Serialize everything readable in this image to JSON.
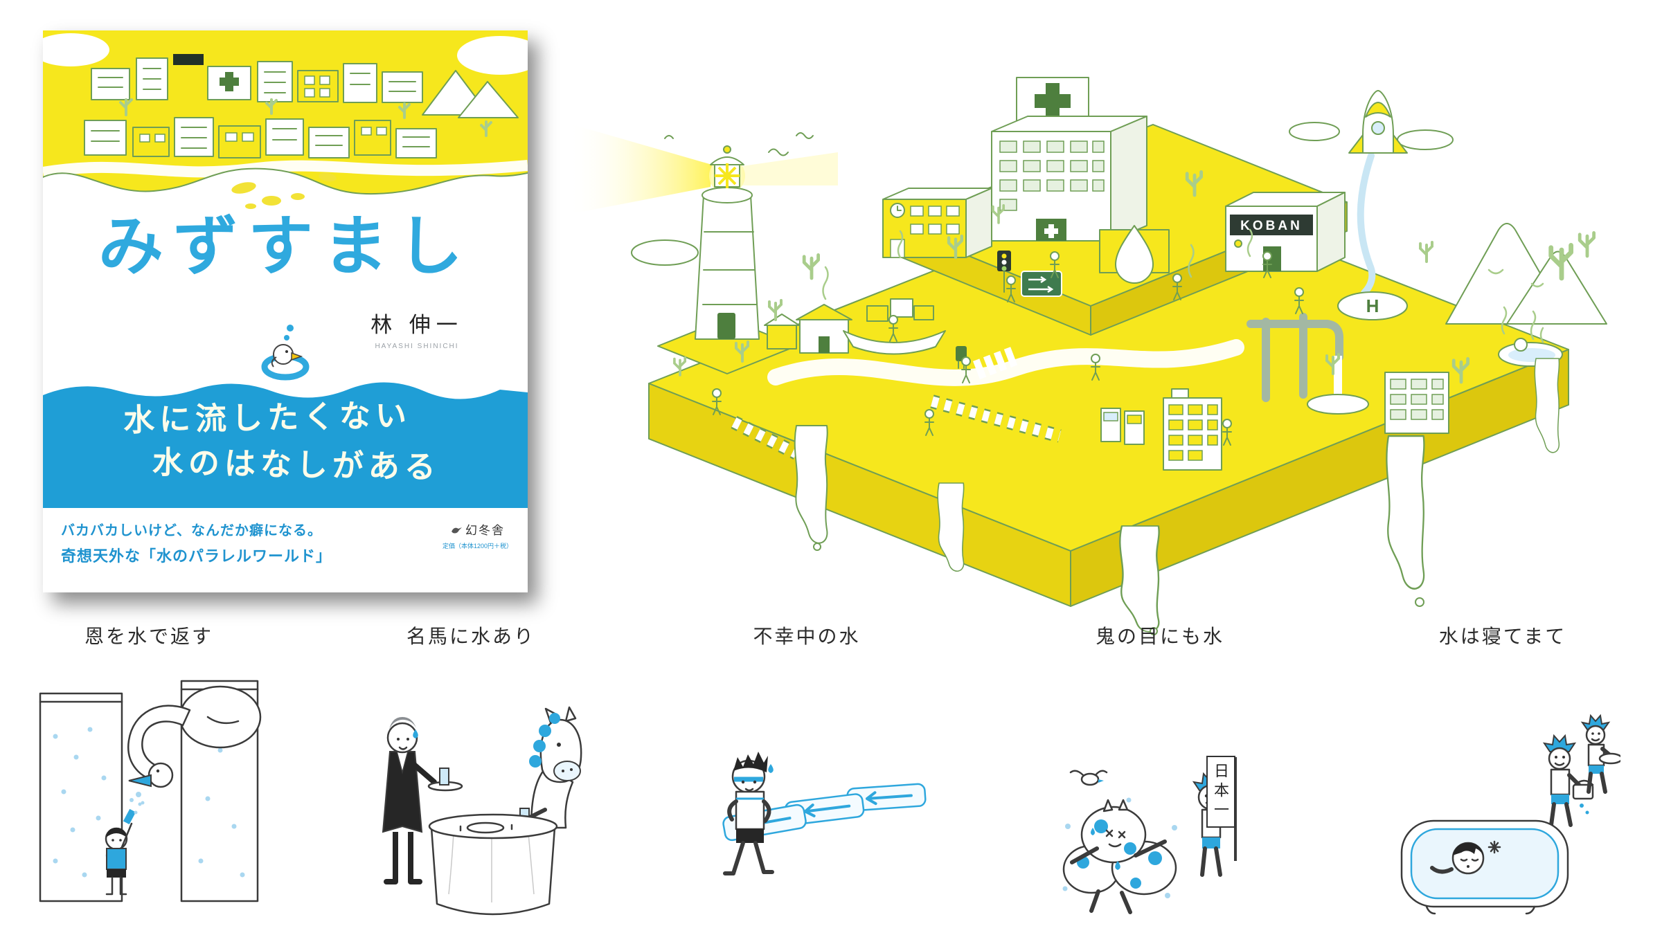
{
  "page": {
    "background_color": "#ffffff"
  },
  "colors": {
    "town_yellow": "#f6e71d",
    "line_green": "#6f9e55",
    "title_blue": "#2fa9de",
    "obi_blue": "#1f9ed6",
    "panel_line": "#3b3b3b",
    "accent_blue": "#2ea7dd"
  },
  "book_cover": {
    "title": "みずすまし",
    "author": "林 伸一",
    "author_romaji": "HAYASHI SHINICHI",
    "obi_line1": "水に流したくない",
    "obi_line2": "水のはなしがある",
    "tagline_line1": "バカバカしいけど、なんだか癖になる。",
    "tagline_line2": "奇想天外な「水のパラレルワールド」",
    "publisher": "幻冬舎",
    "price_note": "定価（本体1200円＋税）"
  },
  "island": {
    "koban_sign": "KOBAN",
    "helipad_letter": "H"
  },
  "panels": [
    {
      "caption": "恩を水で返す"
    },
    {
      "caption": "名馬に水あり"
    },
    {
      "caption": "不幸中の水"
    },
    {
      "caption": "鬼の目にも水",
      "banner_text": "日本一"
    },
    {
      "caption": "水は寝てまて"
    }
  ]
}
